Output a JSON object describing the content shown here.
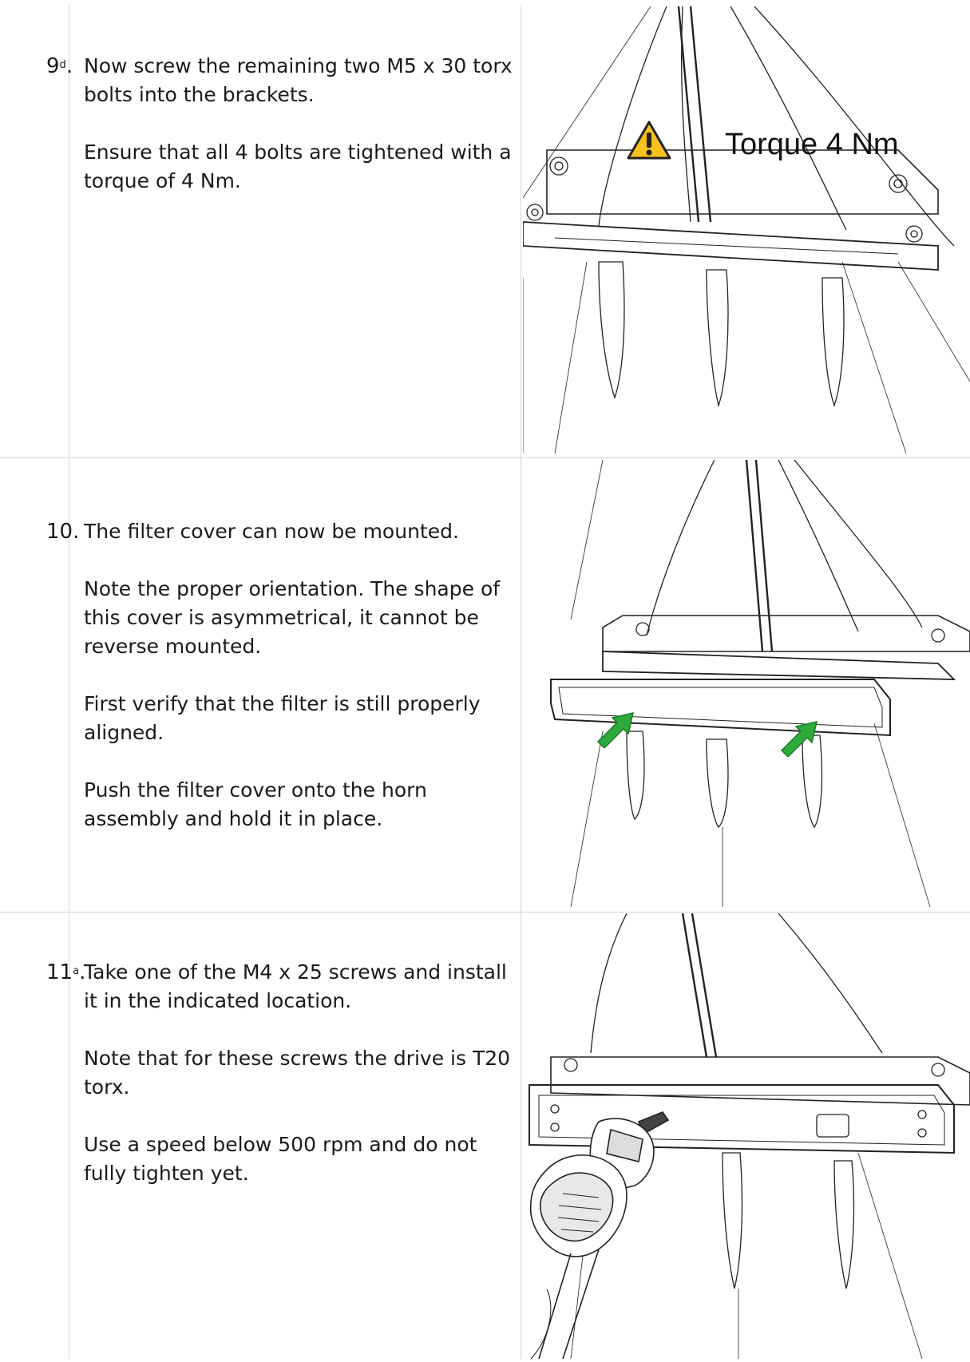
{
  "steps": [
    {
      "number": "9",
      "suffix": "d",
      "paragraphs": [
        "Now screw the remaining two M5 x 30 torx bolts into the brackets.",
        "Ensure that all 4 bolts are tightened with a torque of 4 Nm."
      ],
      "callout": "Torque 4 Nm",
      "icon": "warning-triangle-icon"
    },
    {
      "number": "10",
      "suffix": "",
      "paragraphs": [
        "The filter cover can now be mounted.",
        "Note the proper orientation. The shape of this cover is asymmetrical, it cannot be reverse mounted.",
        "First verify that the filter is still properly aligned.",
        "Push the filter cover onto the horn assembly and hold it in place."
      ],
      "icon": "green-arrow-icon",
      "accent": "#2eaa3c"
    },
    {
      "number": "11",
      "suffix": "a",
      "paragraphs": [
        "Take one of the M4 x 25 screws and install it in the indicated location.",
        "Note that for these screws the drive is T20 torx.",
        "Use a speed below 500 rpm and do not fully tighten yet."
      ],
      "icon": "power-drill-icon"
    }
  ],
  "colors": {
    "warning": "#f7c21b",
    "arrow": "#2eaa3c",
    "border": "#d4d4d4"
  }
}
